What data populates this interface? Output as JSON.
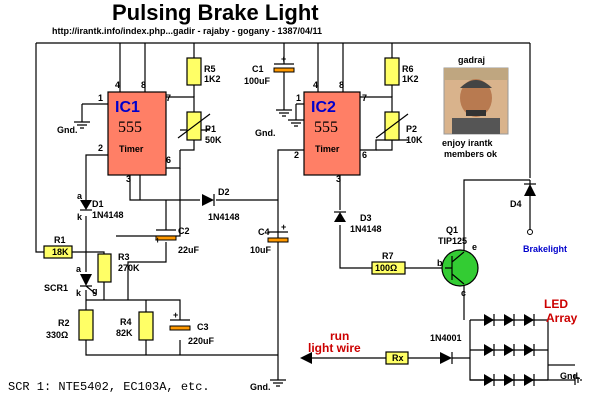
{
  "title": "Pulsing Brake Light",
  "subtitle": "http://irantk.info/index.php...gadir - rajaby - gogany - 1387/04/11",
  "author": {
    "name": "gadraj",
    "line1": "enjoy irantk",
    "line2": "members ok"
  },
  "ic1": {
    "name": "IC1",
    "num": "555",
    "kind": "Timer",
    "pins": [
      "4",
      "8",
      "1",
      "7",
      "6",
      "2",
      "3"
    ]
  },
  "ic2": {
    "name": "IC2",
    "num": "555",
    "kind": "Timer",
    "pins": [
      "4",
      "8",
      "1",
      "7",
      "6",
      "2",
      "3"
    ]
  },
  "gnd": "Gnd.",
  "gnd_short": "Gnd",
  "components": {
    "r5": {
      "name": "R5",
      "value": "1K2"
    },
    "r6": {
      "name": "R6",
      "value": "1K2"
    },
    "p1": {
      "name": "P1",
      "value": "50K"
    },
    "p2": {
      "name": "P2",
      "value": "10K"
    },
    "c1": {
      "name": "C1",
      "value": "100uF"
    },
    "d1": {
      "name": "D1",
      "value": "1N4148"
    },
    "d2": {
      "name": "D2",
      "value": "1N4148"
    },
    "d3": {
      "name": "D3",
      "value": "1N4148"
    },
    "d4": {
      "name": "D4"
    },
    "r1": {
      "name": "R1",
      "value": "18K"
    },
    "r3": {
      "name": "R3",
      "value": "270K"
    },
    "c2": {
      "name": "C2",
      "value": "22uF"
    },
    "c4": {
      "name": "C4",
      "value": "10uF"
    },
    "r7": {
      "name": "R7",
      "value": "100Ω"
    },
    "q1": {
      "name": "Q1",
      "value": "TIP125"
    },
    "scr1": {
      "name": "SCR1"
    },
    "r2": {
      "name": "R2",
      "value": "330Ω"
    },
    "r4": {
      "name": "R4",
      "value": "82K"
    },
    "c3": {
      "name": "C3",
      "value": "220uF"
    },
    "rx": {
      "name": "Rx"
    },
    "d5": {
      "value": "1N4001"
    }
  },
  "scr_pins": {
    "a": "a",
    "k": "k",
    "g": "g"
  },
  "transistor_pins": {
    "b": "b",
    "c": "c",
    "e": "e"
  },
  "brakelight": "Brakelight",
  "run": {
    "line1": "run",
    "line2": "light wire"
  },
  "led": {
    "line1": "LED",
    "line2": "Array"
  },
  "footer": "SCR 1: NTE5402, EC103A, etc.",
  "colors": {
    "ic_fill": "#ff7f66",
    "resistor_fill": "#ffff66",
    "transistor_fill": "#33cc33",
    "accent_red": "#cc0000",
    "accent_blue": "#0000cc"
  }
}
